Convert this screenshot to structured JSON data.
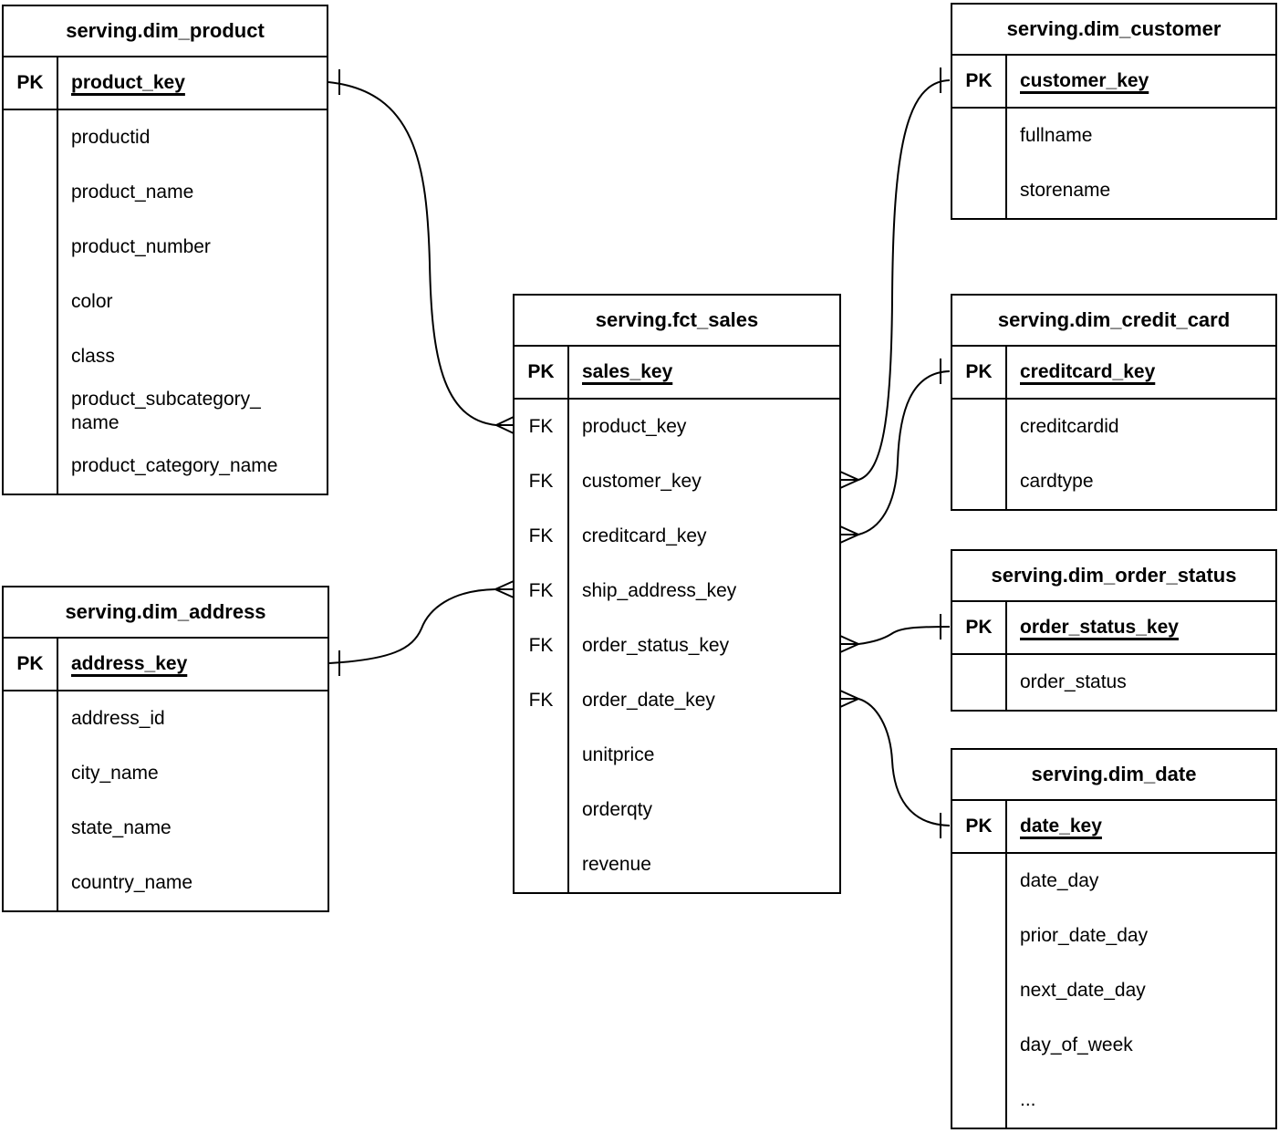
{
  "diagram": {
    "type": "entity-relationship",
    "notation": "crow-foot",
    "colors": {
      "line": "#000000",
      "background": "#ffffff",
      "text": "#000000"
    },
    "tables": [
      {
        "id": "dim_product",
        "title": "serving.dim_product",
        "rows": [
          {
            "key": "PK",
            "name": "product_key",
            "pk": true
          },
          {
            "key": "",
            "name": "productid"
          },
          {
            "key": "",
            "name": "product_name"
          },
          {
            "key": "",
            "name": "product_number"
          },
          {
            "key": "",
            "name": "color"
          },
          {
            "key": "",
            "name": "class"
          },
          {
            "key": "",
            "name": "product_subcategory_\nname"
          },
          {
            "key": "",
            "name": "product_category_name"
          }
        ]
      },
      {
        "id": "dim_customer",
        "title": "serving.dim_customer",
        "rows": [
          {
            "key": "PK",
            "name": "customer_key",
            "pk": true
          },
          {
            "key": "",
            "name": "fullname"
          },
          {
            "key": "",
            "name": "storename"
          }
        ]
      },
      {
        "id": "fct_sales",
        "title": "serving.fct_sales",
        "rows": [
          {
            "key": "PK",
            "name": "sales_key",
            "pk": true
          },
          {
            "key": "FK",
            "name": "product_key"
          },
          {
            "key": "FK",
            "name": "customer_key"
          },
          {
            "key": "FK",
            "name": "creditcard_key"
          },
          {
            "key": "FK",
            "name": "ship_address_key"
          },
          {
            "key": "FK",
            "name": "order_status_key"
          },
          {
            "key": "FK",
            "name": "order_date_key"
          },
          {
            "key": "",
            "name": "unitprice"
          },
          {
            "key": "",
            "name": "orderqty"
          },
          {
            "key": "",
            "name": "revenue"
          }
        ]
      },
      {
        "id": "dim_credit_card",
        "title": "serving.dim_credit_card",
        "rows": [
          {
            "key": "PK",
            "name": "creditcard_key",
            "pk": true
          },
          {
            "key": "",
            "name": "creditcardid"
          },
          {
            "key": "",
            "name": "cardtype"
          }
        ]
      },
      {
        "id": "dim_order_status",
        "title": "serving.dim_order_status",
        "rows": [
          {
            "key": "PK",
            "name": "order_status_key",
            "pk": true
          },
          {
            "key": "",
            "name": "order_status"
          }
        ]
      },
      {
        "id": "dim_date",
        "title": "serving.dim_date",
        "rows": [
          {
            "key": "PK",
            "name": "date_key",
            "pk": true
          },
          {
            "key": "",
            "name": "date_day"
          },
          {
            "key": "",
            "name": "prior_date_day"
          },
          {
            "key": "",
            "name": "next_date_day"
          },
          {
            "key": "",
            "name": "day_of_week"
          },
          {
            "key": "",
            "name": "..."
          }
        ]
      },
      {
        "id": "dim_address",
        "title": "serving.dim_address",
        "rows": [
          {
            "key": "PK",
            "name": "address_key",
            "pk": true
          },
          {
            "key": "",
            "name": "address_id"
          },
          {
            "key": "",
            "name": "city_name"
          },
          {
            "key": "",
            "name": "state_name"
          },
          {
            "key": "",
            "name": "country_name"
          }
        ]
      }
    ],
    "relationships": [
      {
        "id": "product",
        "one": "serving.dim_product.product_key",
        "many": "serving.fct_sales.product_key",
        "cardinality": "one-to-many"
      },
      {
        "id": "customer",
        "one": "serving.dim_customer.customer_key",
        "many": "serving.fct_sales.customer_key",
        "cardinality": "one-to-many"
      },
      {
        "id": "creditcard",
        "one": "serving.dim_credit_card.creditcard_key",
        "many": "serving.fct_sales.creditcard_key",
        "cardinality": "one-to-many"
      },
      {
        "id": "address",
        "one": "serving.dim_address.address_key",
        "many": "serving.fct_sales.ship_address_key",
        "cardinality": "one-to-many"
      },
      {
        "id": "order_status",
        "one": "serving.dim_order_status.order_status_key",
        "many": "serving.fct_sales.order_status_key",
        "cardinality": "one-to-many"
      },
      {
        "id": "order_date",
        "one": "serving.dim_date.date_key",
        "many": "serving.fct_sales.order_date_key",
        "cardinality": "one-to-many"
      }
    ]
  }
}
